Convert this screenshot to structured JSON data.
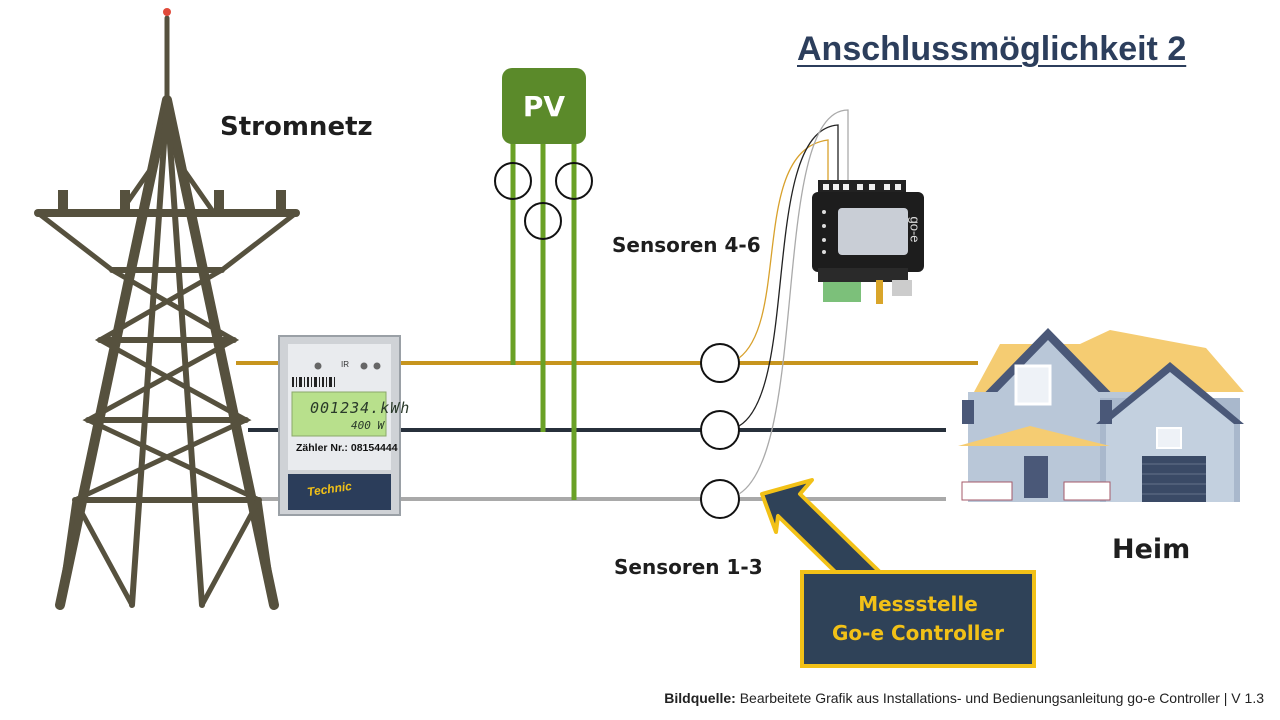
{
  "title": "Anschlussmöglichkeit 2",
  "labels": {
    "grid": "Stromnetz",
    "home": "Heim",
    "pv": "PV",
    "sensors_4_6": "Sensoren 4-6",
    "sensors_1_3": "Sensoren 1-3"
  },
  "callout": {
    "line1": "Messstelle",
    "line2": "Go-e Controller"
  },
  "meter": {
    "reading": "001234.kWh",
    "power": "400 W",
    "number_label": "Zähler Nr.: 08154444",
    "ir_label": "IR",
    "brand": "Technic"
  },
  "controller": {
    "brand": "go-e"
  },
  "source": {
    "prefix": "Bildquelle:",
    "text": " Bearbeitete Grafik aus Installations- und Bedienungsanleitung go-e Controller | V 1.3"
  },
  "colors": {
    "line_l1": "#c7951e",
    "line_l2": "#27303b",
    "line_l3": "#a9a9a9",
    "pv_green": "#5b8a2a",
    "callout_bg": "#2f4258",
    "callout_border": "#f2c117",
    "title": "#2c3e5c"
  }
}
